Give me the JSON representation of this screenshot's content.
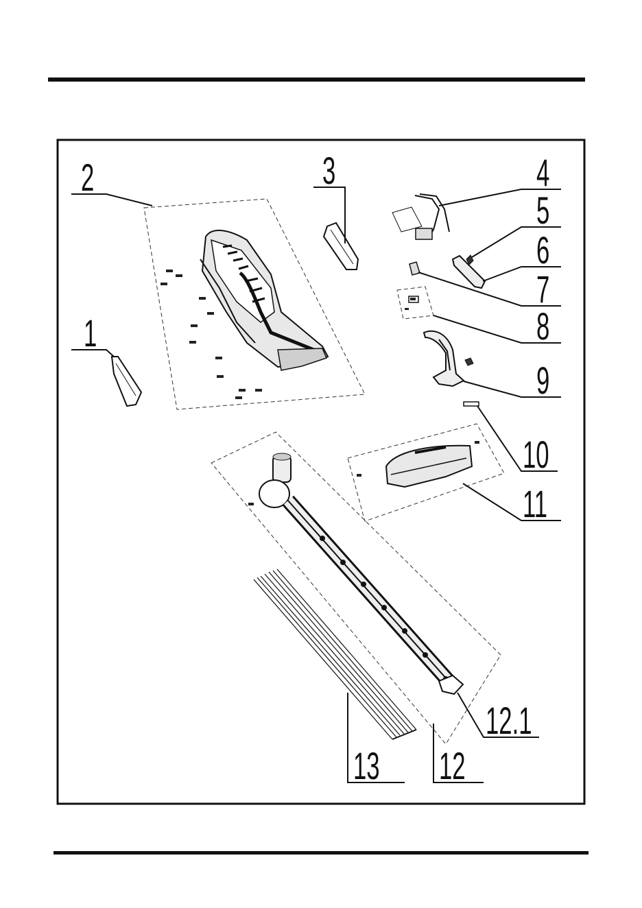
{
  "callouts": {
    "c1": "1",
    "c2": "2",
    "c3": "3",
    "c4": "4",
    "c5": "5",
    "c6": "6",
    "c7": "7",
    "c8": "8",
    "c9": "9",
    "c10": "10",
    "c11": "11",
    "c12": "12",
    "c12_1": "12.1",
    "c13": "13"
  }
}
